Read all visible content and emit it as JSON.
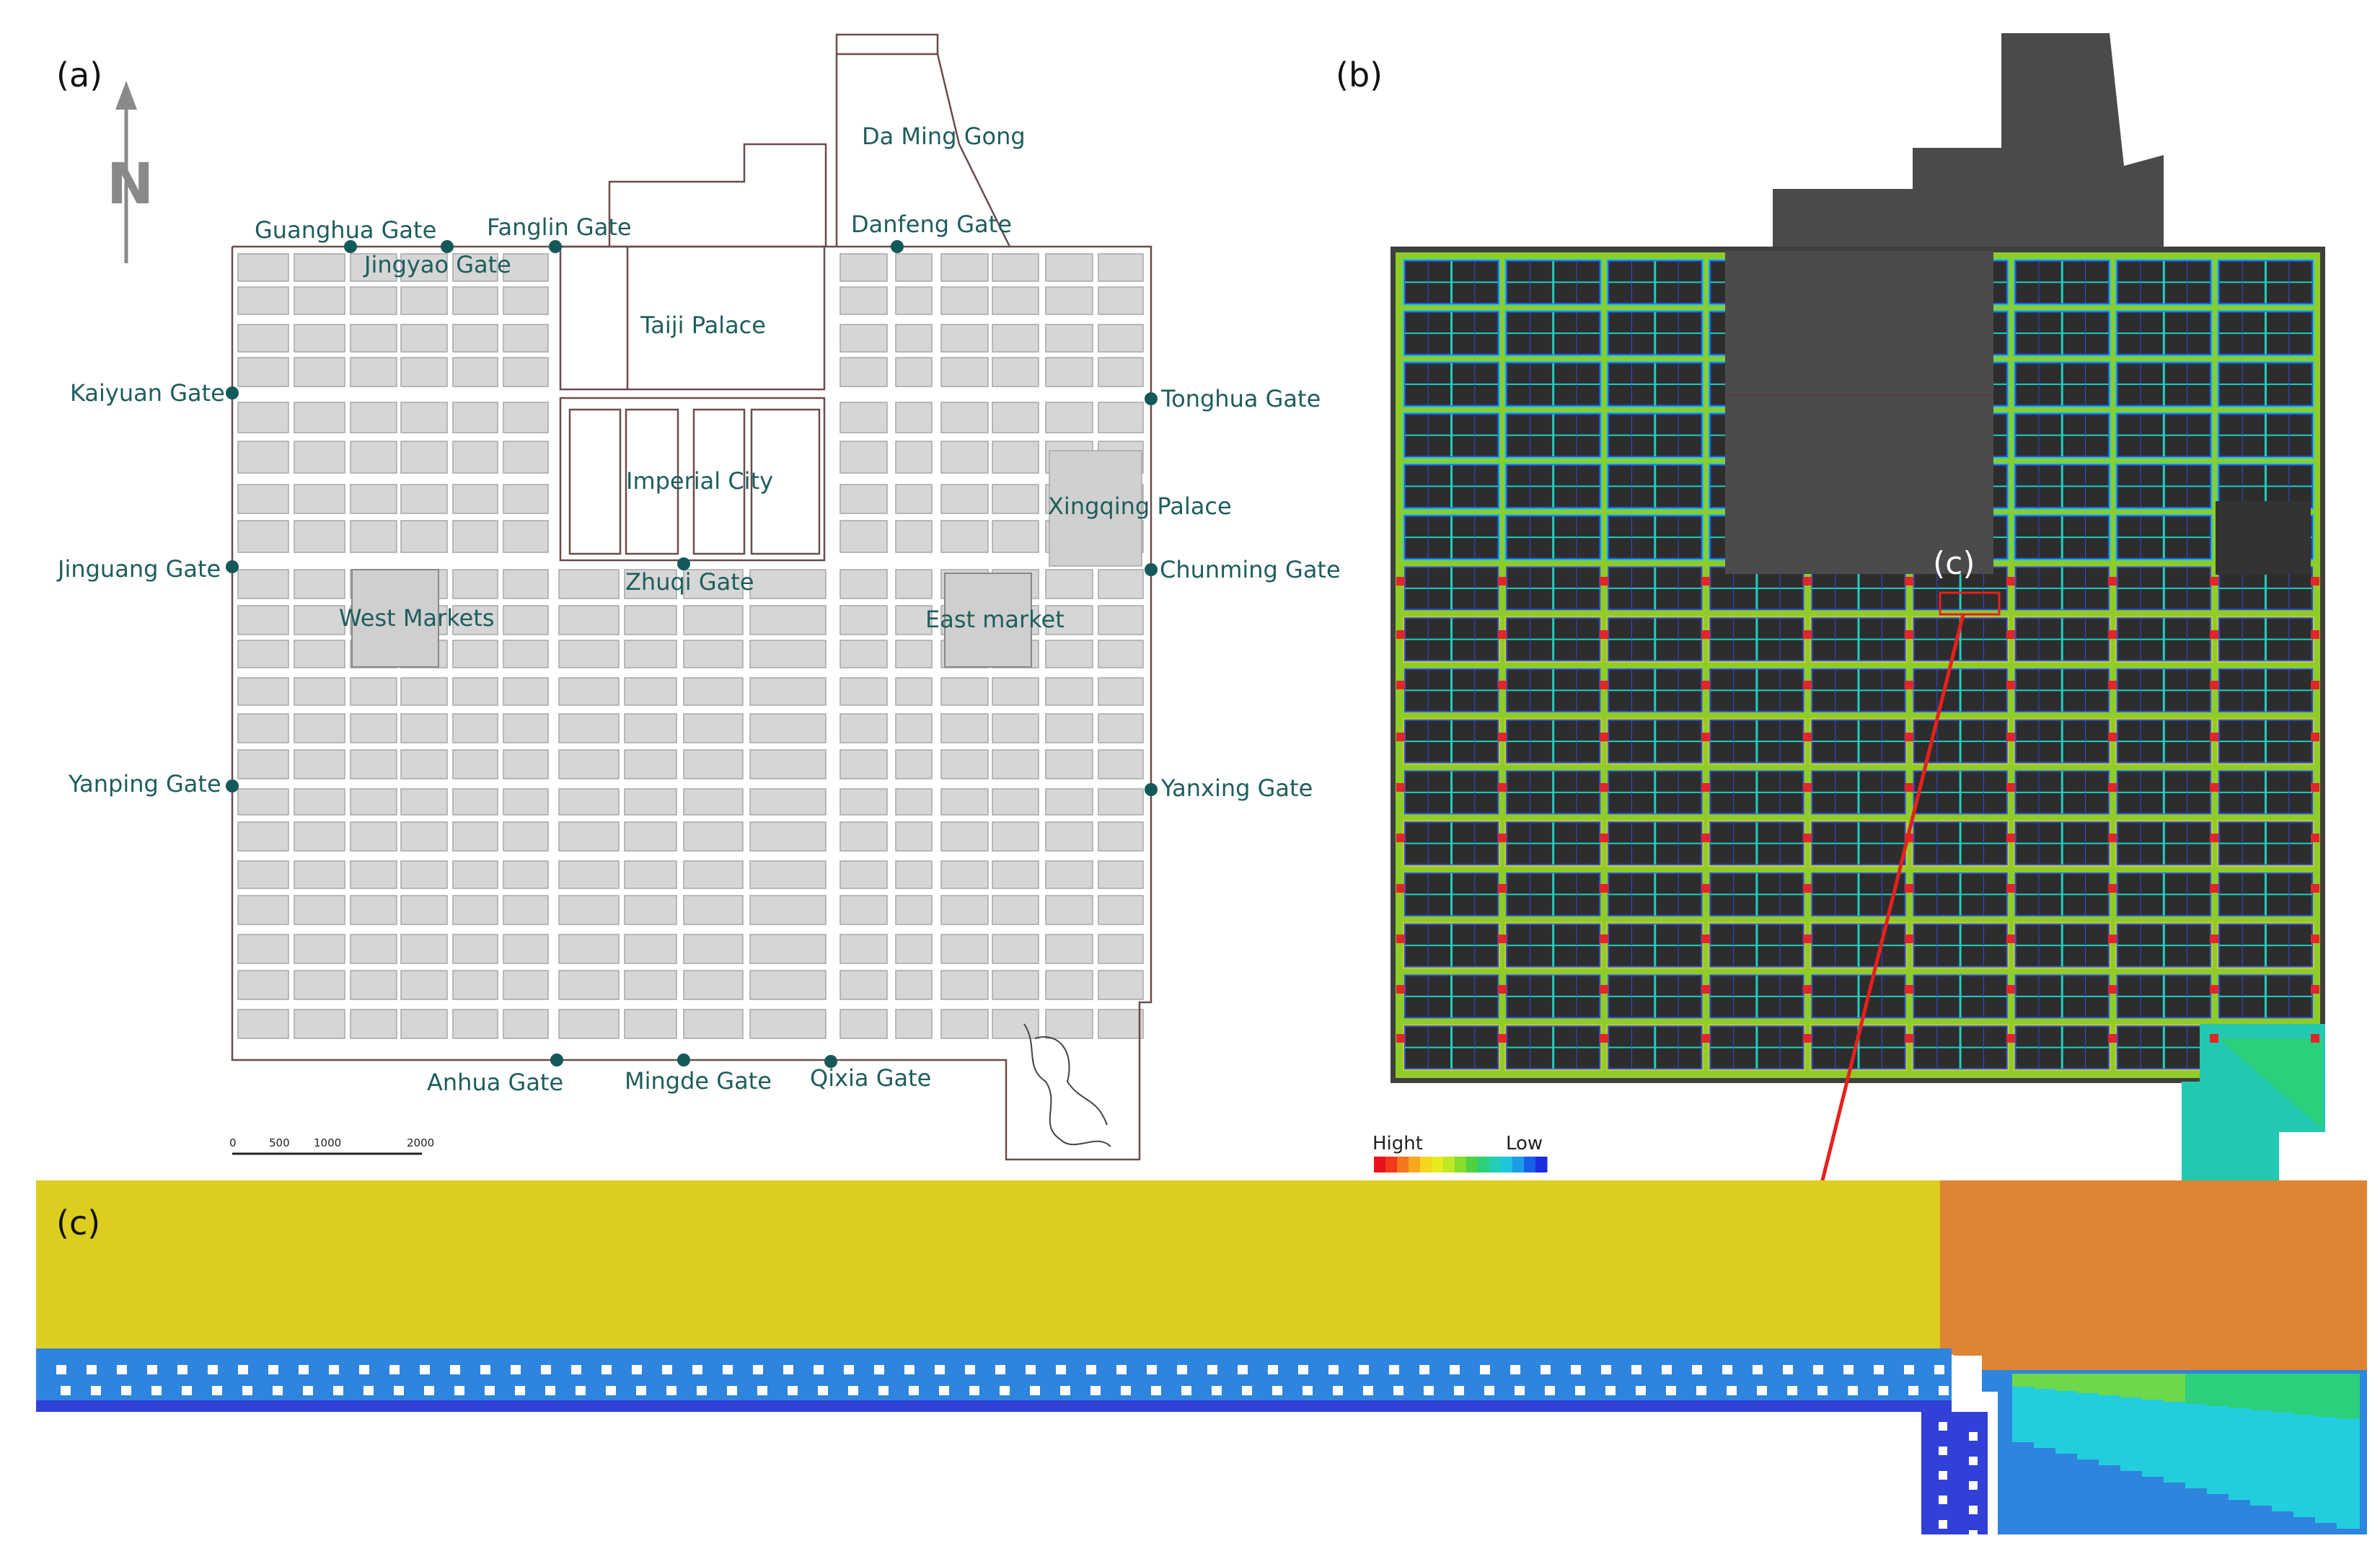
{
  "panels": {
    "a": "(a)",
    "b": "(b)",
    "c": "(c)",
    "c_marker": "(c)"
  },
  "north": "N",
  "gates": {
    "guanghua": "Guanghua Gate",
    "jingyao": "Jingyao Gate",
    "fanglin": "Fanglin Gate",
    "danfeng": "Danfeng Gate",
    "kaiyuan": "Kaiyuan Gate",
    "tonghua": "Tonghua Gate",
    "jinguang": "Jinguang Gate",
    "chunming": "Chunming Gate",
    "zhuqi": "Zhuqi Gate",
    "yanping": "Yanping Gate",
    "yanxing": "Yanxing Gate",
    "anhua": "Anhua Gate",
    "mingde": "Mingde Gate",
    "qixia": "Qixia Gate"
  },
  "places": {
    "da_ming_gong": "Da Ming Gong",
    "taiji_palace": "Taiji Palace",
    "imperial_city": "Imperial City",
    "xingqing_palace": "Xingqing Palace",
    "west_markets": "West Markets",
    "east_market": "East market"
  },
  "scale_bar": {
    "ticks": [
      "0",
      "500",
      "1000",
      "2000"
    ]
  },
  "legend": {
    "high": "Hight",
    "low": "Low",
    "colors": [
      "#e8121b",
      "#f4381c",
      "#f5761b",
      "#f8a71e",
      "#f6d51e",
      "#e6ea1f",
      "#bfe825",
      "#86dd2a",
      "#4fd23f",
      "#2bd07c",
      "#22cfb3",
      "#1fc6db",
      "#1b9ce6",
      "#1560e6",
      "#1a2ee0"
    ]
  },
  "colors": {
    "gate_dot": "#14595a",
    "ward_fill": "#d6d6d6",
    "wall": "#6b4c4c",
    "dark": "#3f3f3f",
    "road_green": "#8fcc2a",
    "road_yellow": "#c7cc28",
    "road_cyan": "#1fcfc0",
    "node_red": "#e0252b",
    "inner_blue": "#2f4fd6",
    "detail_yellow": "#dccd20",
    "detail_orange": "#dd8534",
    "detail_blue": "#2f84de",
    "detail_deepblue": "#3140d6",
    "detail_cyan": "#22cede",
    "arrow": "#e8201c"
  }
}
